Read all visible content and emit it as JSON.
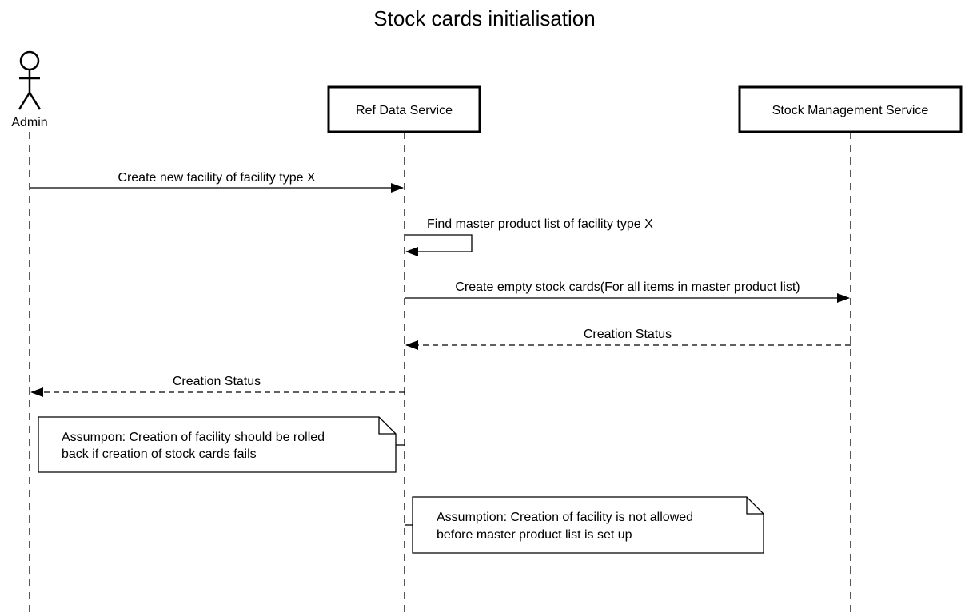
{
  "title": "Stock cards initialisation",
  "participants": {
    "actor": {
      "label": "Admin"
    },
    "ref_data": {
      "label": "Ref Data Service"
    },
    "stock_mgmt": {
      "label": "Stock Management Service"
    }
  },
  "messages": {
    "create_facility": "Create new facility of facility type X",
    "find_master_list": "Find master product list of facility type X",
    "create_stock_cards": "Create empty stock cards(For all items in master product list)",
    "creation_status_1": "Creation Status",
    "creation_status_2": "Creation Status"
  },
  "notes": {
    "note1": {
      "line1": "Assumpon: Creation of facility should be rolled",
      "line2": "back if creation of stock cards fails"
    },
    "note2": {
      "line1": "Assumption: Creation of facility is not allowed",
      "line2": "before master product list is set up"
    }
  }
}
